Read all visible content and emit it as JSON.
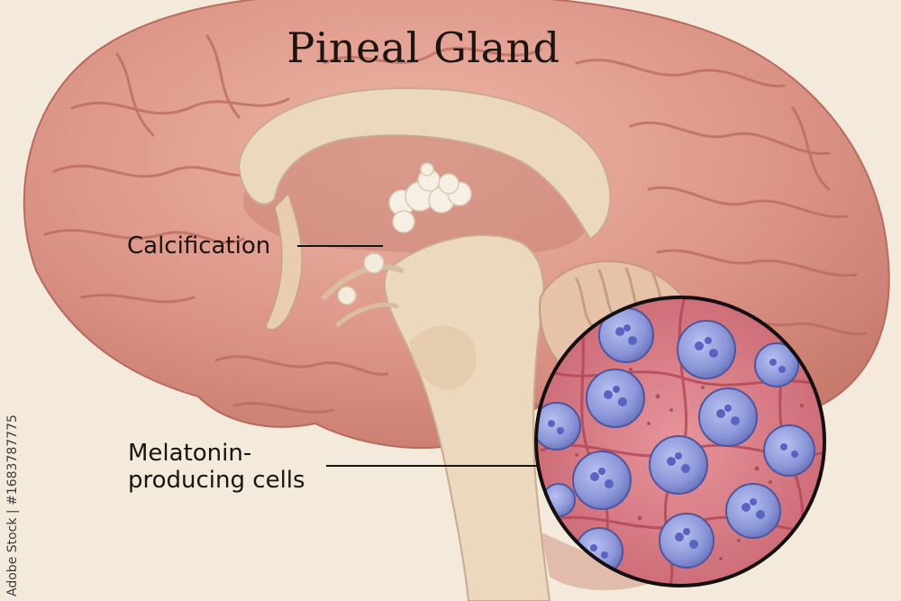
{
  "title": "Pineal Gland",
  "labels": {
    "calcification": "Calcification",
    "melatonin_line1": "Melatonin-",
    "melatonin_line2": "producing cells"
  },
  "watermark": "Adobe Stock | #1683787775",
  "colors": {
    "background": "#f4eadb",
    "cortex": "#dc9688",
    "white_matter": "#ecd7bf",
    "calcification": "#f6f0e4",
    "cell_tissue": "#d97f86",
    "cell_nucleus": "#8a96d8"
  }
}
